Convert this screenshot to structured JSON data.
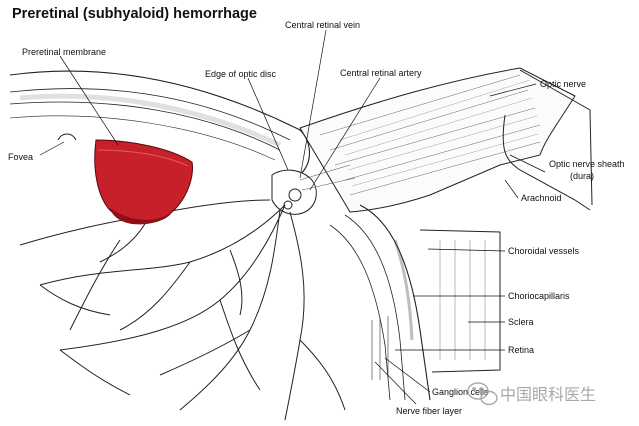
{
  "title": "Preretinal (subhyaloid) hemorrhage",
  "labels": {
    "preretinal_membrane": "Preretinal membrane",
    "fovea": "Fovea",
    "edge_of_optic_disc": "Edge of optic disc",
    "central_retinal_vein": "Central retinal vein",
    "central_retinal_artery": "Central retinal artery",
    "optic_nerve": "Optic nerve",
    "optic_nerve_sheath_1": "Optic nerve sheath",
    "optic_nerve_sheath_2": "(dura)",
    "arachnoid": "Arachnoid",
    "choroidal_vessels": "Choroidal vessels",
    "choriocapillaris": "Choriocapillaris",
    "sclera": "Sclera",
    "retina": "Retina",
    "ganglion_cells": "Ganglion cells",
    "nerve_fiber_layer": "Nerve fiber layer"
  },
  "watermark": {
    "text": "中国眼科医生",
    "icon": "wechat-icon"
  },
  "colors": {
    "hemorrhage": "#c8202a",
    "hemorrhage_dark": "#8e1016",
    "line": "#222222",
    "watermark": "#9a9a9a"
  }
}
